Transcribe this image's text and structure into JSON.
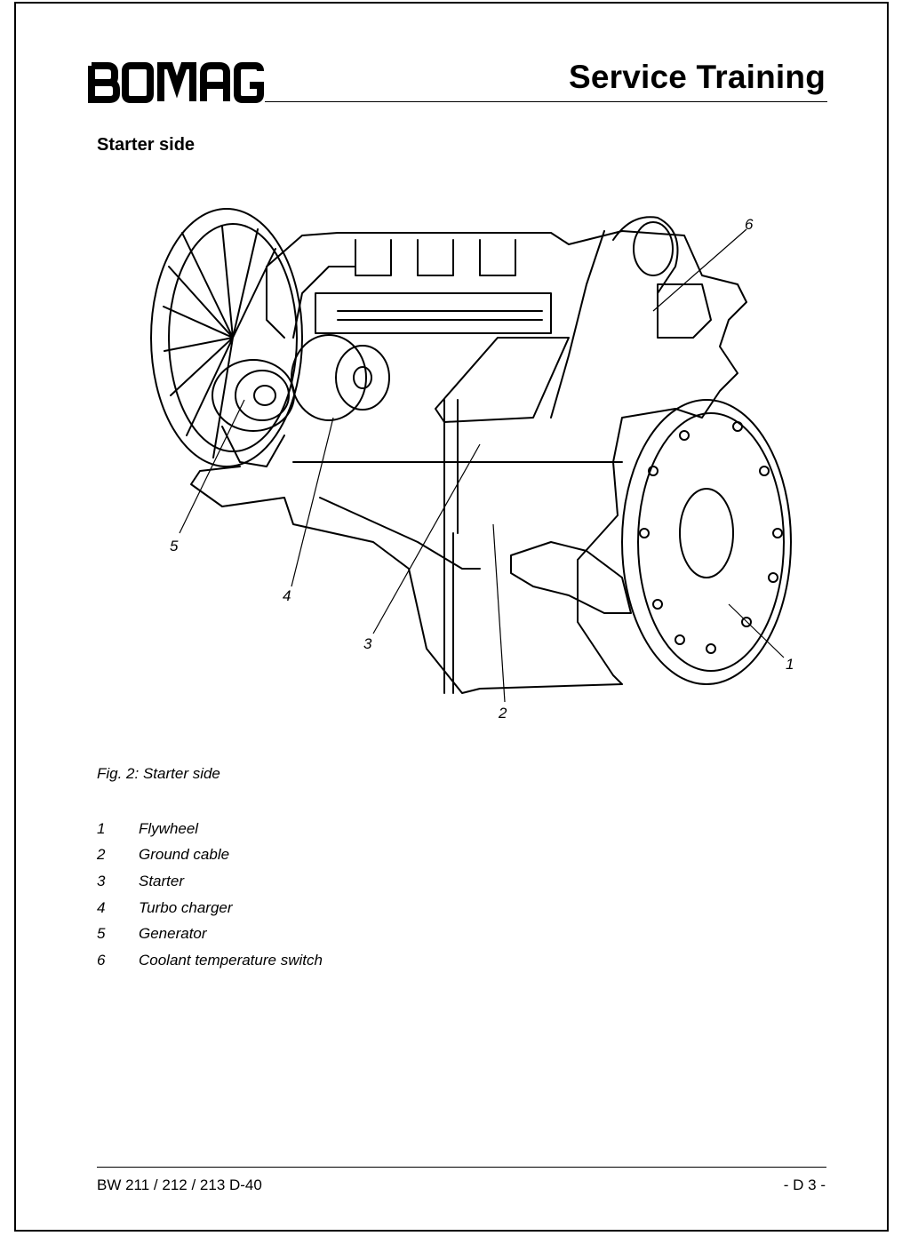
{
  "header": {
    "logo_text": "BOMAG",
    "title": "Service Training"
  },
  "section": {
    "title": "Starter side"
  },
  "figure": {
    "callouts": [
      "1",
      "2",
      "3",
      "4",
      "5",
      "6"
    ],
    "caption": "Fig. 2: Starter side"
  },
  "legend": {
    "items": [
      {
        "num": "1",
        "label": "Flywheel"
      },
      {
        "num": "2",
        "label": "Ground cable"
      },
      {
        "num": "3",
        "label": "Starter"
      },
      {
        "num": "4",
        "label": "Turbo charger"
      },
      {
        "num": "5",
        "label": "Generator"
      },
      {
        "num": "6",
        "label": "Coolant temperature switch"
      }
    ]
  },
  "footer": {
    "model": "BW 211 / 212 / 213 D-40",
    "page": "- D 3 -"
  }
}
